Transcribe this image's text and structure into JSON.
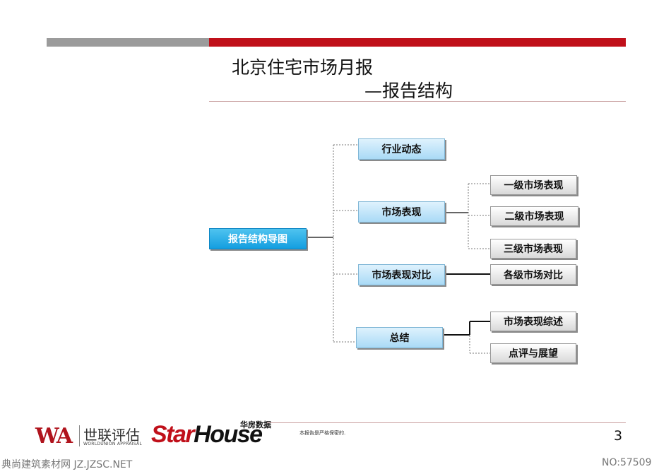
{
  "title": {
    "line1": "北京住宅市场月报",
    "line2": "—报告结构"
  },
  "diagram": {
    "root": "报告结构导图",
    "branches": [
      {
        "label": "行业动态",
        "children": []
      },
      {
        "label": "市场表现",
        "children": [
          "一级市场表现",
          "二级市场表现",
          "三级市场表现"
        ]
      },
      {
        "label": "市场表现对比",
        "children": [
          "各级市场对比"
        ]
      },
      {
        "label": "总结",
        "children": [
          "市场表现综述",
          "点评与展望"
        ]
      }
    ]
  },
  "footer": {
    "wa_logo": "WA",
    "wa_name": "世联评估",
    "wa_english": "WORLDUNION APPRAISAL",
    "starhouse_cn": "华房数据",
    "starhouse_star": "Star",
    "starhouse_house": "House",
    "confidential": "本报告是严格保密的.",
    "page_number": "3"
  },
  "watermark": {
    "left": "典尚建筑素材网 JZ.JZSC.NET",
    "right": "NO:57509"
  },
  "colors": {
    "accent_red": "#c0101a",
    "bar_gray": "#9b9b9b",
    "root_blue": "#139ee0",
    "node_blue": "#a9daf6"
  }
}
